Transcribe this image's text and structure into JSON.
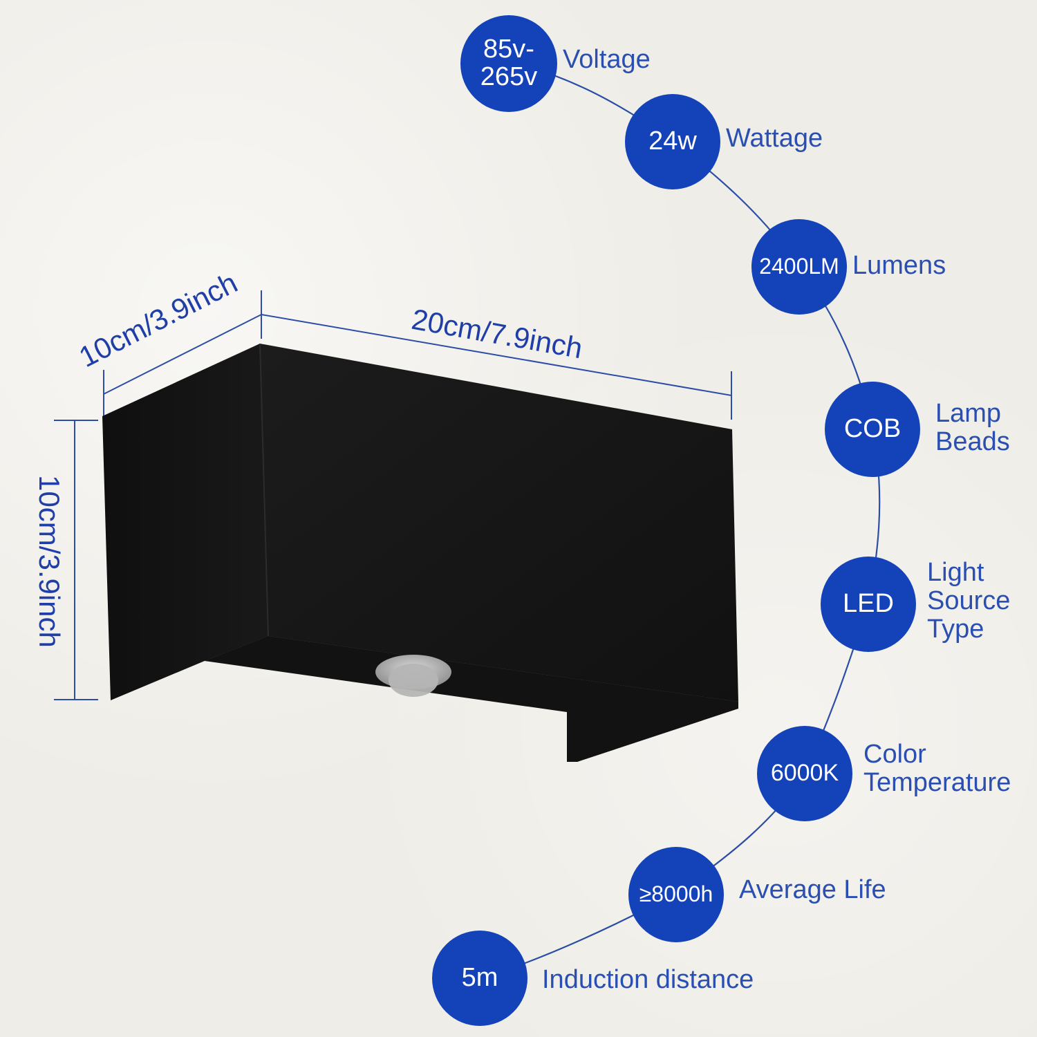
{
  "dimensions": {
    "depth_label": "10cm/3.9inch",
    "width_label": "20cm/7.9inch",
    "height_label": "10cm/3.9inch"
  },
  "specs": [
    {
      "badge": "85v-\n265v",
      "label": "Voltage"
    },
    {
      "badge": "24w",
      "label": "Wattage"
    },
    {
      "badge": "2400LM",
      "label": "Lumens"
    },
    {
      "badge": "COB",
      "label": "Lamp\nBeads"
    },
    {
      "badge": "LED",
      "label": "Light\nSource\nType"
    },
    {
      "badge": "6000K",
      "label": "Color\nTemperature"
    },
    {
      "badge": "≥8000h",
      "label": "Average Life"
    },
    {
      "badge": "5m",
      "label": "Induction distance"
    }
  ],
  "colors": {
    "badge": "#1442b8",
    "label_text": "#2a4fb0",
    "dimension_text": "#1f3ea8",
    "lamp_body": "#151515"
  }
}
